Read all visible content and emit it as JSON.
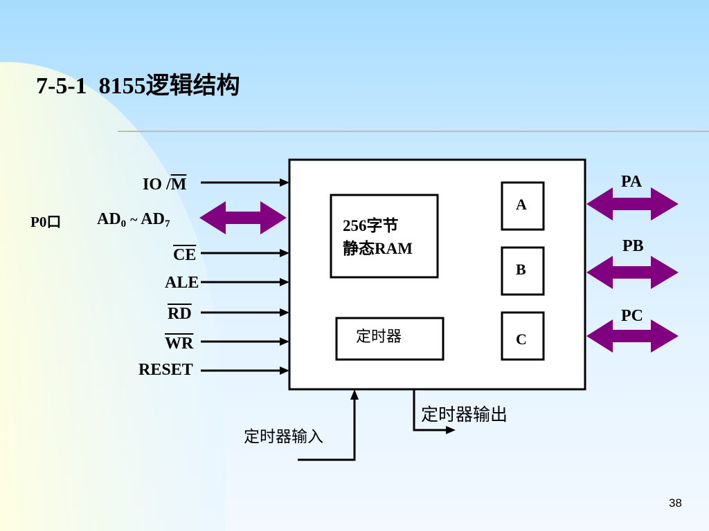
{
  "title": "7-5-1  8155逻辑结构",
  "inputs": {
    "io_m": {
      "io": "IO /",
      "m": "M"
    },
    "p0_port": "P0口",
    "ad": {
      "ad0": "AD",
      "ad0_sub": "0",
      "tilde": "~",
      "ad7": "AD",
      "ad7_sub": "7"
    },
    "ce": "CE",
    "ale": "ALE",
    "rd": "RD",
    "wr": "WR",
    "reset": "RESET"
  },
  "blocks": {
    "ram_line1": "256字节",
    "ram_line2": "静态RAM",
    "timer": "定时器",
    "port_a": "A",
    "port_b": "B",
    "port_c": "C"
  },
  "ports": {
    "pa": "PA",
    "pb": "PB",
    "pc": "PC"
  },
  "timer_in": "定时器输入",
  "timer_out": "定时器输出",
  "page_number": "38",
  "colors": {
    "arrow_fill": "#800080",
    "line": "#000000"
  }
}
